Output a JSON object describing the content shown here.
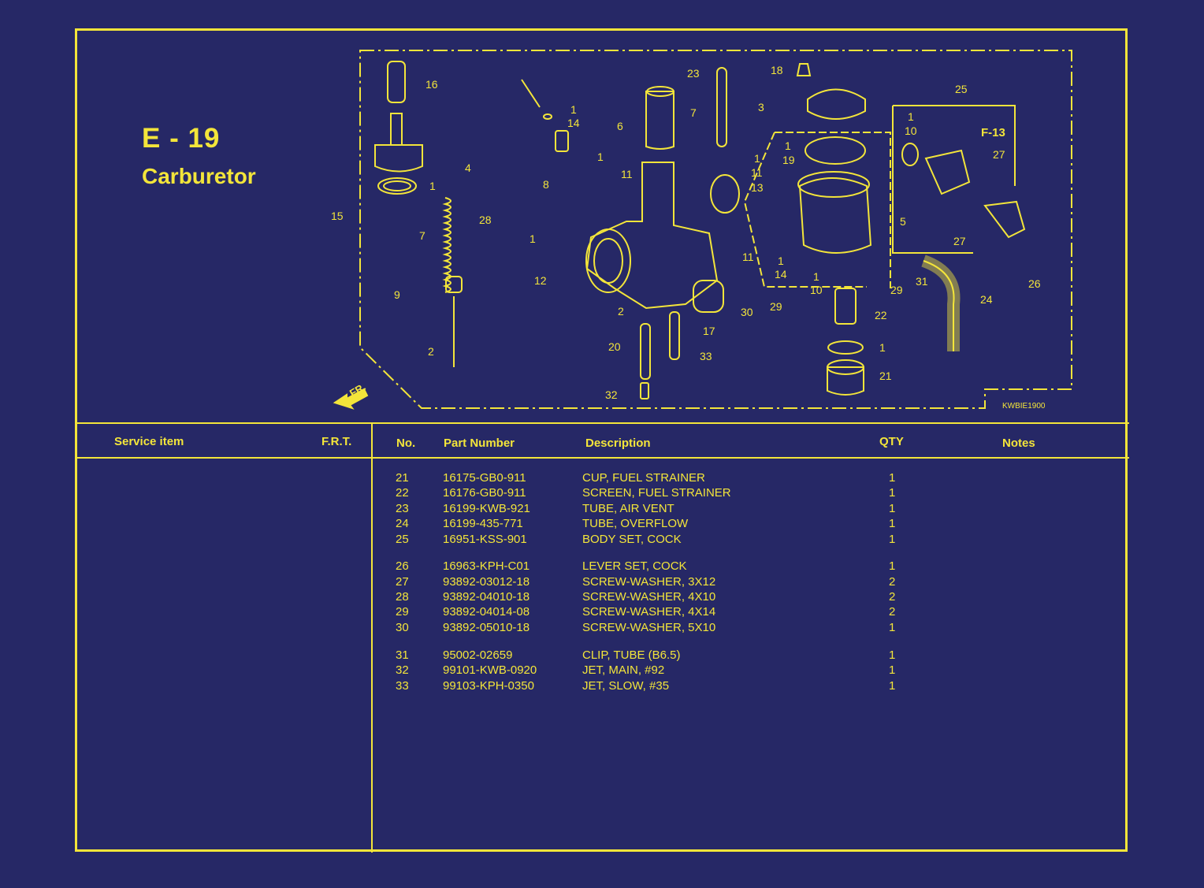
{
  "page": {
    "code": "E - 19",
    "title": "Carburetor",
    "diagram_code": "KWBIE1900",
    "front_marker": "FR.",
    "ref_marker": "F-13"
  },
  "left_table": {
    "headers": [
      "Service item",
      "F.R.T."
    ]
  },
  "parts_table": {
    "headers": [
      "No.",
      "Part Number",
      "Description",
      "QTY",
      "Notes"
    ],
    "rows": [
      {
        "no": "21",
        "part": "16175-GB0-911",
        "desc": "CUP, FUEL STRAINER",
        "qty": "1"
      },
      {
        "no": "22",
        "part": "16176-GB0-911",
        "desc": "SCREEN, FUEL STRAINER",
        "qty": "1"
      },
      {
        "no": "23",
        "part": "16199-KWB-921",
        "desc": "TUBE, AIR VENT",
        "qty": "1"
      },
      {
        "no": "24",
        "part": "16199-435-771",
        "desc": "TUBE, OVERFLOW",
        "qty": "1"
      },
      {
        "no": "25",
        "part": "16951-KSS-901",
        "desc": "BODY SET, COCK",
        "qty": "1"
      },
      {
        "no": "26",
        "part": "16963-KPH-C01",
        "desc": "LEVER SET, COCK",
        "qty": "1"
      },
      {
        "no": "27",
        "part": "93892-03012-18",
        "desc": "SCREW-WASHER, 3X12",
        "qty": "2"
      },
      {
        "no": "28",
        "part": "93892-04010-18",
        "desc": "SCREW-WASHER, 4X10",
        "qty": "2"
      },
      {
        "no": "29",
        "part": "93892-04014-08",
        "desc": "SCREW-WASHER, 4X14",
        "qty": "2"
      },
      {
        "no": "30",
        "part": "93892-05010-18",
        "desc": "SCREW-WASHER, 5X10",
        "qty": "1"
      },
      {
        "no": "31",
        "part": "95002-02659",
        "desc": "CLIP, TUBE (B6.5)",
        "qty": "1"
      },
      {
        "no": "32",
        "part": "99101-KWB-0920",
        "desc": "JET, MAIN, #92",
        "qty": "1"
      },
      {
        "no": "33",
        "part": "99103-KPH-0350",
        "desc": "JET, SLOW, #35",
        "qty": "1"
      }
    ]
  }
}
